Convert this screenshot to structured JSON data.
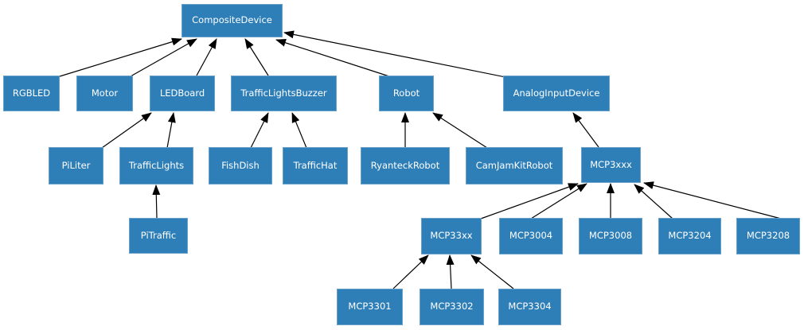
{
  "diagram": {
    "type": "inheritance-diagram",
    "root": "CompositeDevice",
    "colors": {
      "node_fill": "#2e7eb8",
      "node_border": "#67a0cb",
      "node_text": "#ffffff",
      "edge": "#000000",
      "background": "#ffffff"
    },
    "nodes": [
      {
        "label": "CompositeDevice"
      },
      {
        "label": "RGBLED"
      },
      {
        "label": "Motor"
      },
      {
        "label": "LEDBoard"
      },
      {
        "label": "TrafficLightsBuzzer"
      },
      {
        "label": "Robot"
      },
      {
        "label": "AnalogInputDevice"
      },
      {
        "label": "PiLiter"
      },
      {
        "label": "TrafficLights"
      },
      {
        "label": "FishDish"
      },
      {
        "label": "TrafficHat"
      },
      {
        "label": "RyanteckRobot"
      },
      {
        "label": "CamJamKitRobot"
      },
      {
        "label": "MCP3xxx"
      },
      {
        "label": "PiTraffic"
      },
      {
        "label": "MCP33xx"
      },
      {
        "label": "MCP3004"
      },
      {
        "label": "MCP3008"
      },
      {
        "label": "MCP3204"
      },
      {
        "label": "MCP3208"
      },
      {
        "label": "MCP3301"
      },
      {
        "label": "MCP3302"
      },
      {
        "label": "MCP3304"
      }
    ],
    "edges": [
      {
        "from": "RGBLED",
        "to": "CompositeDevice"
      },
      {
        "from": "Motor",
        "to": "CompositeDevice"
      },
      {
        "from": "LEDBoard",
        "to": "CompositeDevice"
      },
      {
        "from": "TrafficLightsBuzzer",
        "to": "CompositeDevice"
      },
      {
        "from": "Robot",
        "to": "CompositeDevice"
      },
      {
        "from": "AnalogInputDevice",
        "to": "CompositeDevice"
      },
      {
        "from": "PiLiter",
        "to": "LEDBoard"
      },
      {
        "from": "TrafficLights",
        "to": "LEDBoard"
      },
      {
        "from": "FishDish",
        "to": "TrafficLightsBuzzer"
      },
      {
        "from": "TrafficHat",
        "to": "TrafficLightsBuzzer"
      },
      {
        "from": "RyanteckRobot",
        "to": "Robot"
      },
      {
        "from": "CamJamKitRobot",
        "to": "Robot"
      },
      {
        "from": "MCP3xxx",
        "to": "AnalogInputDevice"
      },
      {
        "from": "PiTraffic",
        "to": "TrafficLights"
      },
      {
        "from": "MCP33xx",
        "to": "MCP3xxx"
      },
      {
        "from": "MCP3004",
        "to": "MCP3xxx"
      },
      {
        "from": "MCP3008",
        "to": "MCP3xxx"
      },
      {
        "from": "MCP3204",
        "to": "MCP3xxx"
      },
      {
        "from": "MCP3208",
        "to": "MCP3xxx"
      },
      {
        "from": "MCP3301",
        "to": "MCP33xx"
      },
      {
        "from": "MCP3302",
        "to": "MCP33xx"
      },
      {
        "from": "MCP3304",
        "to": "MCP33xx"
      }
    ]
  }
}
